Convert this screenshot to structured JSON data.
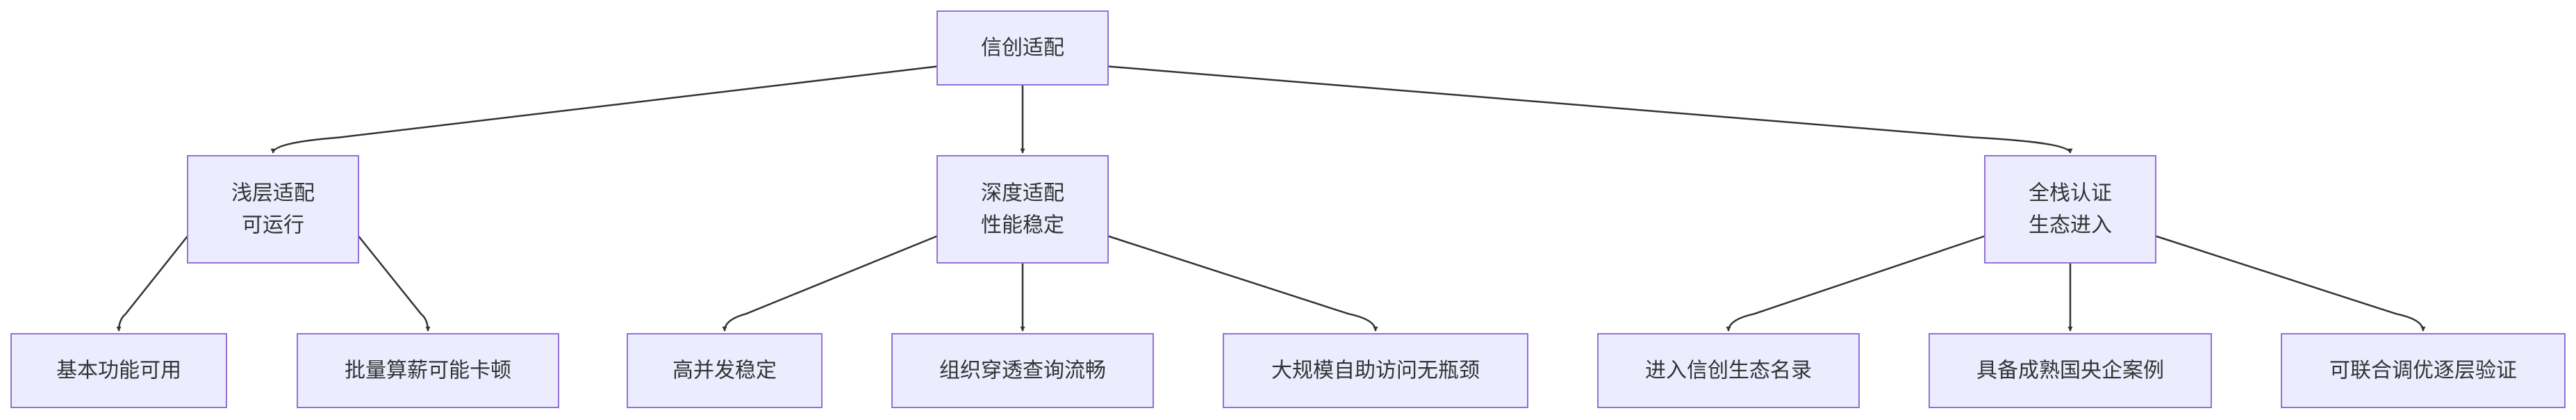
{
  "diagram": {
    "type": "flowchart-tree",
    "colors": {
      "node_fill": "#ececff",
      "node_border": "#9370db",
      "edge": "#333333",
      "text": "#333333"
    },
    "nodes": {
      "root": "信创适配",
      "shallow": [
        "浅层适配",
        "可运行"
      ],
      "deep": [
        "深度适配",
        "性能稳定"
      ],
      "full": [
        "全栈认证",
        "生态进入"
      ],
      "shallow_1": "基本功能可用",
      "shallow_2": "批量算薪可能卡顿",
      "deep_1": "高并发稳定",
      "deep_2": "组织穿透查询流畅",
      "deep_3": "大规模自助访问无瓶颈",
      "full_1": "进入信创生态名录",
      "full_2": "具备成熟国央企案例",
      "full_3": "可联合调优逐层验证"
    },
    "edges": [
      [
        "root",
        "shallow"
      ],
      [
        "root",
        "deep"
      ],
      [
        "root",
        "full"
      ],
      [
        "shallow",
        "shallow_1"
      ],
      [
        "shallow",
        "shallow_2"
      ],
      [
        "deep",
        "deep_1"
      ],
      [
        "deep",
        "deep_2"
      ],
      [
        "deep",
        "deep_3"
      ],
      [
        "full",
        "full_1"
      ],
      [
        "full",
        "full_2"
      ],
      [
        "full",
        "full_3"
      ]
    ]
  }
}
